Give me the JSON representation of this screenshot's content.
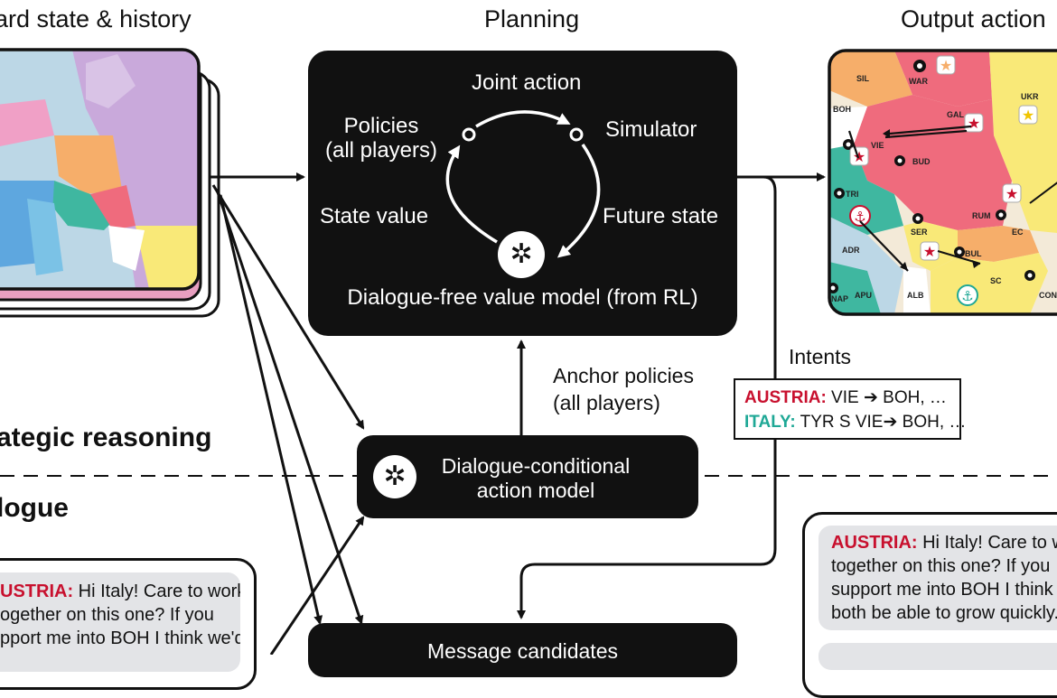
{
  "headers": {
    "board_state": "ard state & history",
    "planning": "Planning",
    "output_action": "Output action",
    "strategic_reasoning": "ategic reasoning",
    "dialogue": "logue"
  },
  "planning_box": {
    "joint_action": "Joint action",
    "policies_line1": "Policies",
    "policies_line2": "(all players)",
    "simulator": "Simulator",
    "state_value": "State value",
    "future_state": "Future state",
    "value_model": "Dialogue-free value model (from RL)"
  },
  "anchor_policies": {
    "line1": "Anchor policies",
    "line2": "(all players)"
  },
  "intents": {
    "title": "Intents",
    "rows": [
      {
        "player": "AUSTRIA:",
        "text": " VIE ➔ BOH, …",
        "color": "#c8102e"
      },
      {
        "player": "ITALY:",
        "text": " TYR S VIE➔ BOH, …",
        "color": "#1fa896"
      }
    ]
  },
  "action_model": {
    "line1": "Dialogue-conditional",
    "line2": "action model"
  },
  "message_candidates": "Message candidates",
  "left_message": {
    "speaker": "USTRIA:",
    "line1": " Hi Italy! Care to work",
    "line2": "ogether on this one? If you",
    "line3": "pport me into BOH I think we'd"
  },
  "right_message": {
    "speaker": "AUSTRIA:",
    "line1": " Hi Italy! Care to wo",
    "line2": "together on this one? If you",
    "line3": "support me into BOH I think",
    "line4": "both be able to grow quickly."
  },
  "map_labels": {
    "sil": "SIL",
    "war": "WAR",
    "ukr": "UKR",
    "boh": "BOH",
    "gal": "GAL",
    "vie": "VIE",
    "bud": "BUD",
    "tri": "TRI",
    "rum": "RUM",
    "ser": "SER",
    "ec": "EC",
    "adr": "ADR",
    "bul": "BUL",
    "sc": "SC",
    "alb": "ALB",
    "apu": "APU",
    "nap": "NAP",
    "con": "CON"
  },
  "colors": {
    "austria": "#c8102e",
    "italy": "#1fa896",
    "box": "#111111",
    "bubble": "#e3e4e7",
    "map_austria": "#ef6b7d",
    "map_russia": "#c9a9db",
    "map_turkey": "#f9e978",
    "map_italy": "#3fb7a0",
    "map_germany": "#f6ae6a",
    "map_neutral": "#f3ead8"
  }
}
